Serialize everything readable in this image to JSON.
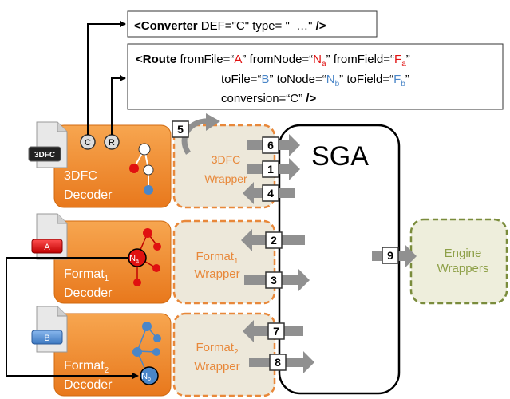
{
  "converter_box": {
    "tag_open": "<",
    "tag_name": "Converter",
    "rest": " DEF=\"C\" type= \"  …\" ",
    "tag_close": "/>"
  },
  "route_box": {
    "tag_open": "<",
    "tag_name": "Route",
    "line1": [
      {
        "text": " fromFile=“",
        "color": "#000000"
      },
      {
        "text": "A",
        "color": "#e01010"
      },
      {
        "text": "” fromNode=“",
        "color": "#000000"
      },
      {
        "text": "N",
        "color": "#e01010"
      },
      {
        "text": "a",
        "color": "#e01010",
        "sub": true
      },
      {
        "text": "” fromField=“",
        "color": "#000000"
      },
      {
        "text": "F",
        "color": "#e01010"
      },
      {
        "text": "a",
        "color": "#e01010",
        "sub": true
      },
      {
        "text": "”",
        "color": "#000000"
      }
    ],
    "line2": [
      {
        "text": "toFile=“",
        "color": "#000000"
      },
      {
        "text": "B",
        "color": "#4a86c8"
      },
      {
        "text": "” toNode=“",
        "color": "#000000"
      },
      {
        "text": "N",
        "color": "#4a86c8"
      },
      {
        "text": "b",
        "color": "#4a86c8",
        "sub": true
      },
      {
        "text": "” toField=“",
        "color": "#000000"
      },
      {
        "text": "F",
        "color": "#4a86c8"
      },
      {
        "text": "b",
        "color": "#4a86c8",
        "sub": true
      },
      {
        "text": "”",
        "color": "#000000"
      }
    ],
    "line3_text": "conversion=“C” ",
    "line3_close": "/>"
  },
  "files": {
    "dfc_label": "3DFC",
    "a_label": "A",
    "b_label": "B"
  },
  "decoders": {
    "dfc": {
      "line1": "3DFC",
      "line2": "Decoder"
    },
    "f1": {
      "line1": "Format",
      "sub": "1",
      "line2": "Decoder"
    },
    "f2": {
      "line1": "Format",
      "sub": "2",
      "line2": "Decoder"
    }
  },
  "circles": {
    "c": "C",
    "r": "R"
  },
  "nodes": {
    "na": "N",
    "na_sub": "a",
    "nb": "N",
    "nb_sub": "b"
  },
  "wrappers": {
    "dfc": {
      "line1": "3DFC",
      "line2": "Wrapper"
    },
    "f1": {
      "line1": "Format",
      "sub": "1",
      "line2": "Wrapper"
    },
    "f2": {
      "line1": "Format",
      "sub": "2",
      "line2": "Wrapper"
    }
  },
  "sga_label": "SGA",
  "engine": {
    "line1": "Engine",
    "line2": "Wrappers"
  },
  "step_numbers": [
    "1",
    "2",
    "3",
    "4",
    "5",
    "6",
    "7",
    "8",
    "9"
  ],
  "colors": {
    "orange": "#f08a2a",
    "orange_dark": "#e0781a",
    "wrapper_fill": "#ede8da",
    "wrapper_border": "#e8883a",
    "wrapper_text": "#e8883a",
    "engine_fill": "#eeeedc",
    "engine_border": "#7a8c3c",
    "engine_text": "#8ea048",
    "red": "#e01010",
    "blue": "#4a86c8",
    "arrow": "#909090"
  }
}
